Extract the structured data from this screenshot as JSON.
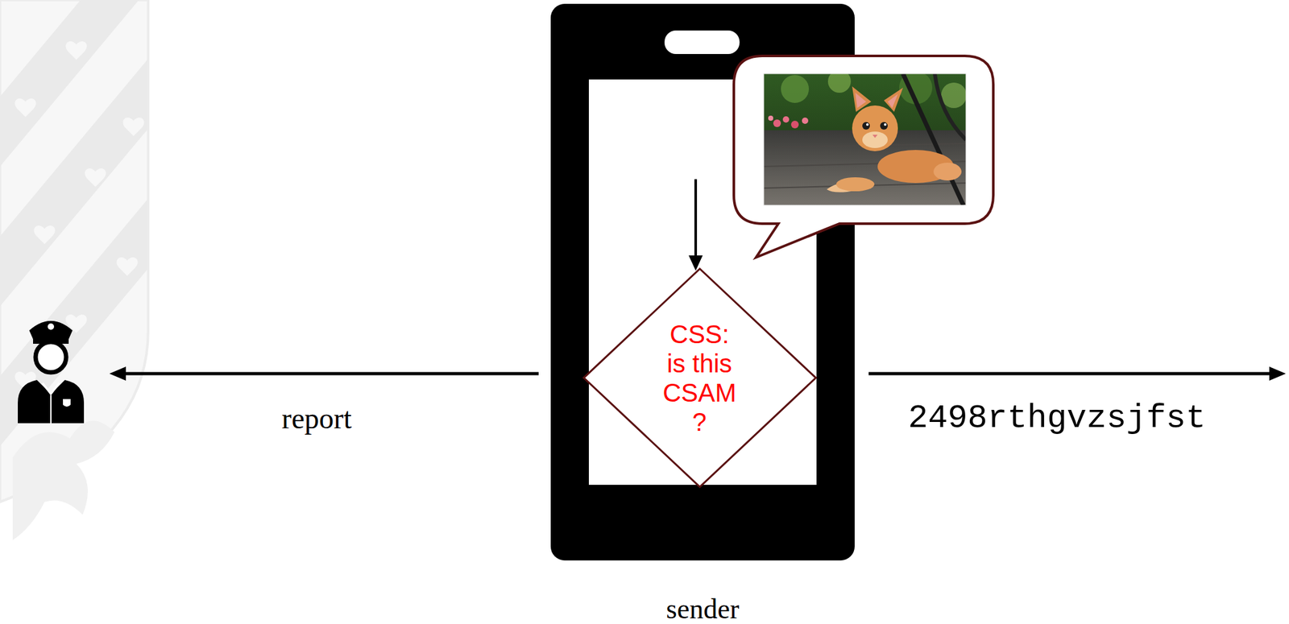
{
  "diagram": {
    "nodes": [
      {
        "text": [
          "sender"
        ]
      },
      {
        "text": [
          "CSS: is this CSAM ?"
        ],
        "in": 0
      }
    ],
    "labels": [
      "report",
      "2498rthgvzsjfst"
    ]
  }
}
